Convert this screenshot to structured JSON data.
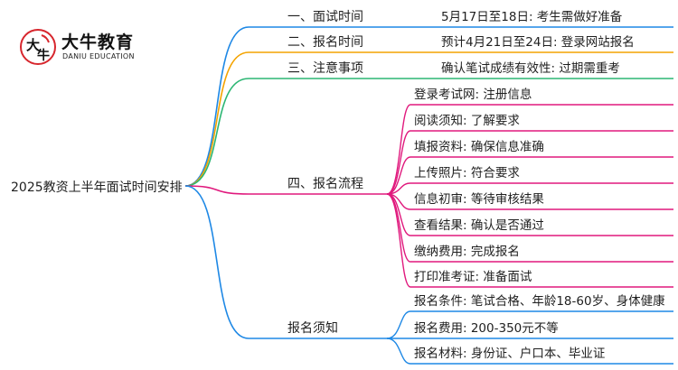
{
  "brand": {
    "name": "大牛教育",
    "sub": "DANIU EDUCATION",
    "mark_glyphs": [
      "大",
      "牛"
    ]
  },
  "root": {
    "label": "2025教资上半年面试时间安排"
  },
  "branches": [
    {
      "id": "b1",
      "label": "一、面试时间",
      "color": "#1e88e5",
      "leaves": [
        "5月17日至18日: 考生需做好准备"
      ]
    },
    {
      "id": "b2",
      "label": "二、报名时间",
      "color": "#f4a300",
      "leaves": [
        "预计4月21日至24日: 登录网站报名"
      ]
    },
    {
      "id": "b3",
      "label": "三、注意事项",
      "color": "#2bb673",
      "leaves": [
        "确认笔试成绩有效性: 过期需重考"
      ]
    },
    {
      "id": "b4",
      "label": "四、报名流程",
      "color": "#e0197d",
      "leaves": [
        "登录考试网: 注册信息",
        "阅读须知: 了解要求",
        "填报资料: 确保信息准确",
        "上传照片: 符合要求",
        "信息初审: 等待审核结果",
        "查看结果: 确认是否通过",
        "缴纳费用: 完成报名",
        "打印准考证: 准备面试"
      ]
    },
    {
      "id": "b5",
      "label": "报名须知",
      "color": "#1e88e5",
      "leaves": [
        "报名条件: 笔试合格、年龄18-60岁、身体健康",
        "报名费用: 200-350元不等",
        "报名材料: 身份证、户口本、毕业证"
      ]
    }
  ]
}
